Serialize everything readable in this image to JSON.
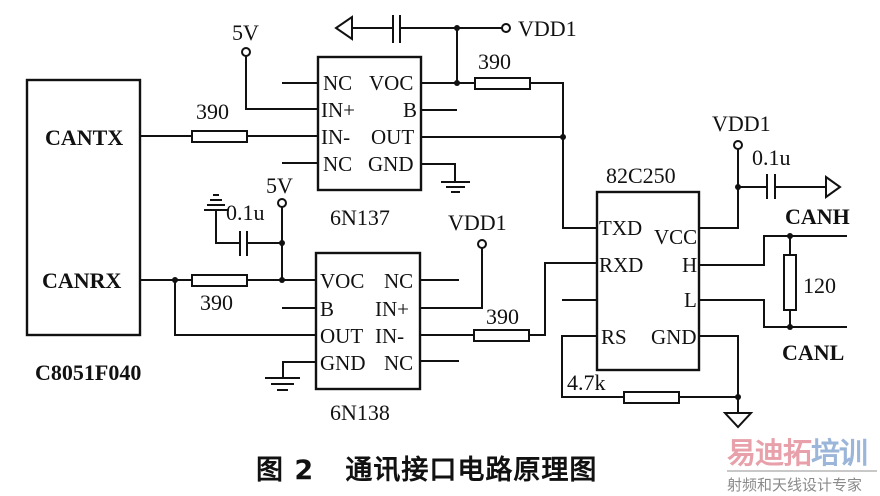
{
  "figure": {
    "caption": "图 2   通讯接口电路原理图"
  },
  "mcu": {
    "name": "C8051F040",
    "pins": {
      "tx": "CANTX",
      "rx": "CANRX"
    }
  },
  "opto_tx": {
    "name": "6N137",
    "left_pins": [
      "NC",
      "IN+",
      "IN-",
      "NC"
    ],
    "right_pins": [
      "VOC",
      "B",
      "OUT",
      "GND"
    ]
  },
  "opto_rx": {
    "name": "6N138",
    "left_pins": [
      "VOC",
      "B",
      "OUT",
      "GND"
    ],
    "right_pins": [
      "NC",
      "IN+",
      "IN-",
      "NC"
    ]
  },
  "transceiver": {
    "name": "82C250",
    "left_pins": [
      "TXD",
      "RXD",
      "",
      "RS"
    ],
    "right_pins": [
      "VCC",
      "H",
      "L",
      "GND"
    ]
  },
  "components": {
    "r_cantx": "390",
    "r_canrx": "390",
    "r_vdd_6n137": "390",
    "r_6n138_in": "390",
    "r_rs": "4.7k",
    "r_term": "120",
    "c_5v": "0.1u",
    "c_82c250": "0.1u"
  },
  "nets": {
    "supply_5v_top": "5V",
    "supply_5v_mid": "5V",
    "vdd1_top": "VDD1",
    "vdd1_mid": "VDD1",
    "vdd1_right": "VDD1",
    "canh": "CANH",
    "canl": "CANL"
  },
  "watermark": {
    "brand_part1": "易迪拓",
    "brand_part2": "培训",
    "slogan": "射频和天线设计专家",
    "colors": {
      "brand_part1": "#e8a0aa",
      "brand_part2": "#9bb6d8",
      "slogan": "#8a8a8a"
    }
  }
}
